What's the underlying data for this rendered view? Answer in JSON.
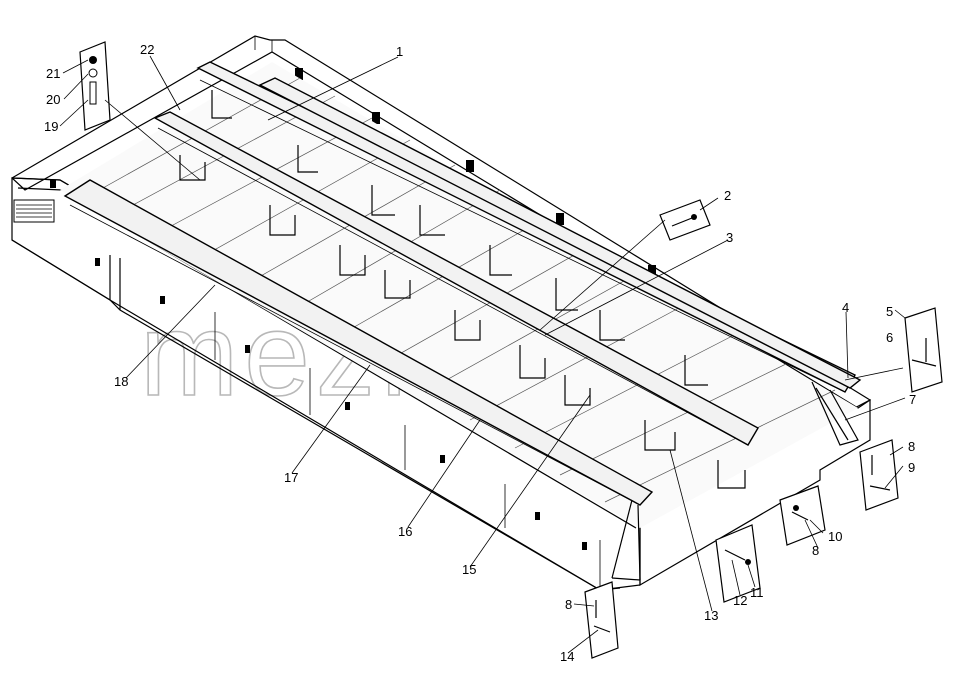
{
  "watermark": "mezlb.by",
  "callouts": [
    {
      "id": "1",
      "label": "1"
    },
    {
      "id": "2",
      "label": "2"
    },
    {
      "id": "3",
      "label": "3"
    },
    {
      "id": "4",
      "label": "4"
    },
    {
      "id": "5",
      "label": "5"
    },
    {
      "id": "6",
      "label": "6"
    },
    {
      "id": "7",
      "label": "7"
    },
    {
      "id": "8a",
      "label": "8"
    },
    {
      "id": "8b",
      "label": "8"
    },
    {
      "id": "8c",
      "label": "8"
    },
    {
      "id": "9",
      "label": "9"
    },
    {
      "id": "10",
      "label": "10"
    },
    {
      "id": "11",
      "label": "11"
    },
    {
      "id": "12",
      "label": "12"
    },
    {
      "id": "13",
      "label": "13"
    },
    {
      "id": "14",
      "label": "14"
    },
    {
      "id": "15",
      "label": "15"
    },
    {
      "id": "16",
      "label": "16"
    },
    {
      "id": "17",
      "label": "17"
    },
    {
      "id": "18",
      "label": "18"
    },
    {
      "id": "19",
      "label": "19"
    },
    {
      "id": "20",
      "label": "20"
    },
    {
      "id": "21",
      "label": "21"
    },
    {
      "id": "22",
      "label": "22"
    }
  ]
}
